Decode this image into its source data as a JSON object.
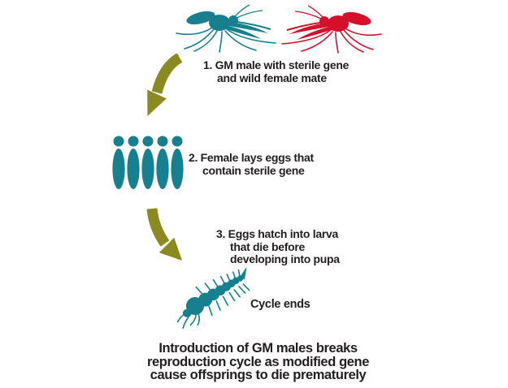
{
  "colors": {
    "teal": "#16808E",
    "red": "#D5102A",
    "olive": "#8B8A21",
    "ink": "#221E1F"
  },
  "steps": [
    {
      "lines": [
        "1. GM male with sterile gene",
        "and wild female mate"
      ]
    },
    {
      "lines": [
        "2. Female lays eggs that",
        "contain sterile gene"
      ]
    },
    {
      "lines": [
        "3. Eggs hatch into larva",
        "that die before",
        "developing into pupa"
      ]
    }
  ],
  "cycle_ends_label": "Cycle ends",
  "caption_lines": [
    "Introduction of GM males breaks",
    "reproduction cycle as modified gene",
    "cause offsprings to die prematurely"
  ],
  "icons": {
    "gm_male": "teal-mosquito-icon",
    "wild_female": "red-mosquito-icon",
    "step1_arrow": "curved-arrow-down-left-icon",
    "eggs": "eggs-icon",
    "step2_arrow": "curved-arrow-down-right-icon",
    "larva": "larva-icon"
  }
}
